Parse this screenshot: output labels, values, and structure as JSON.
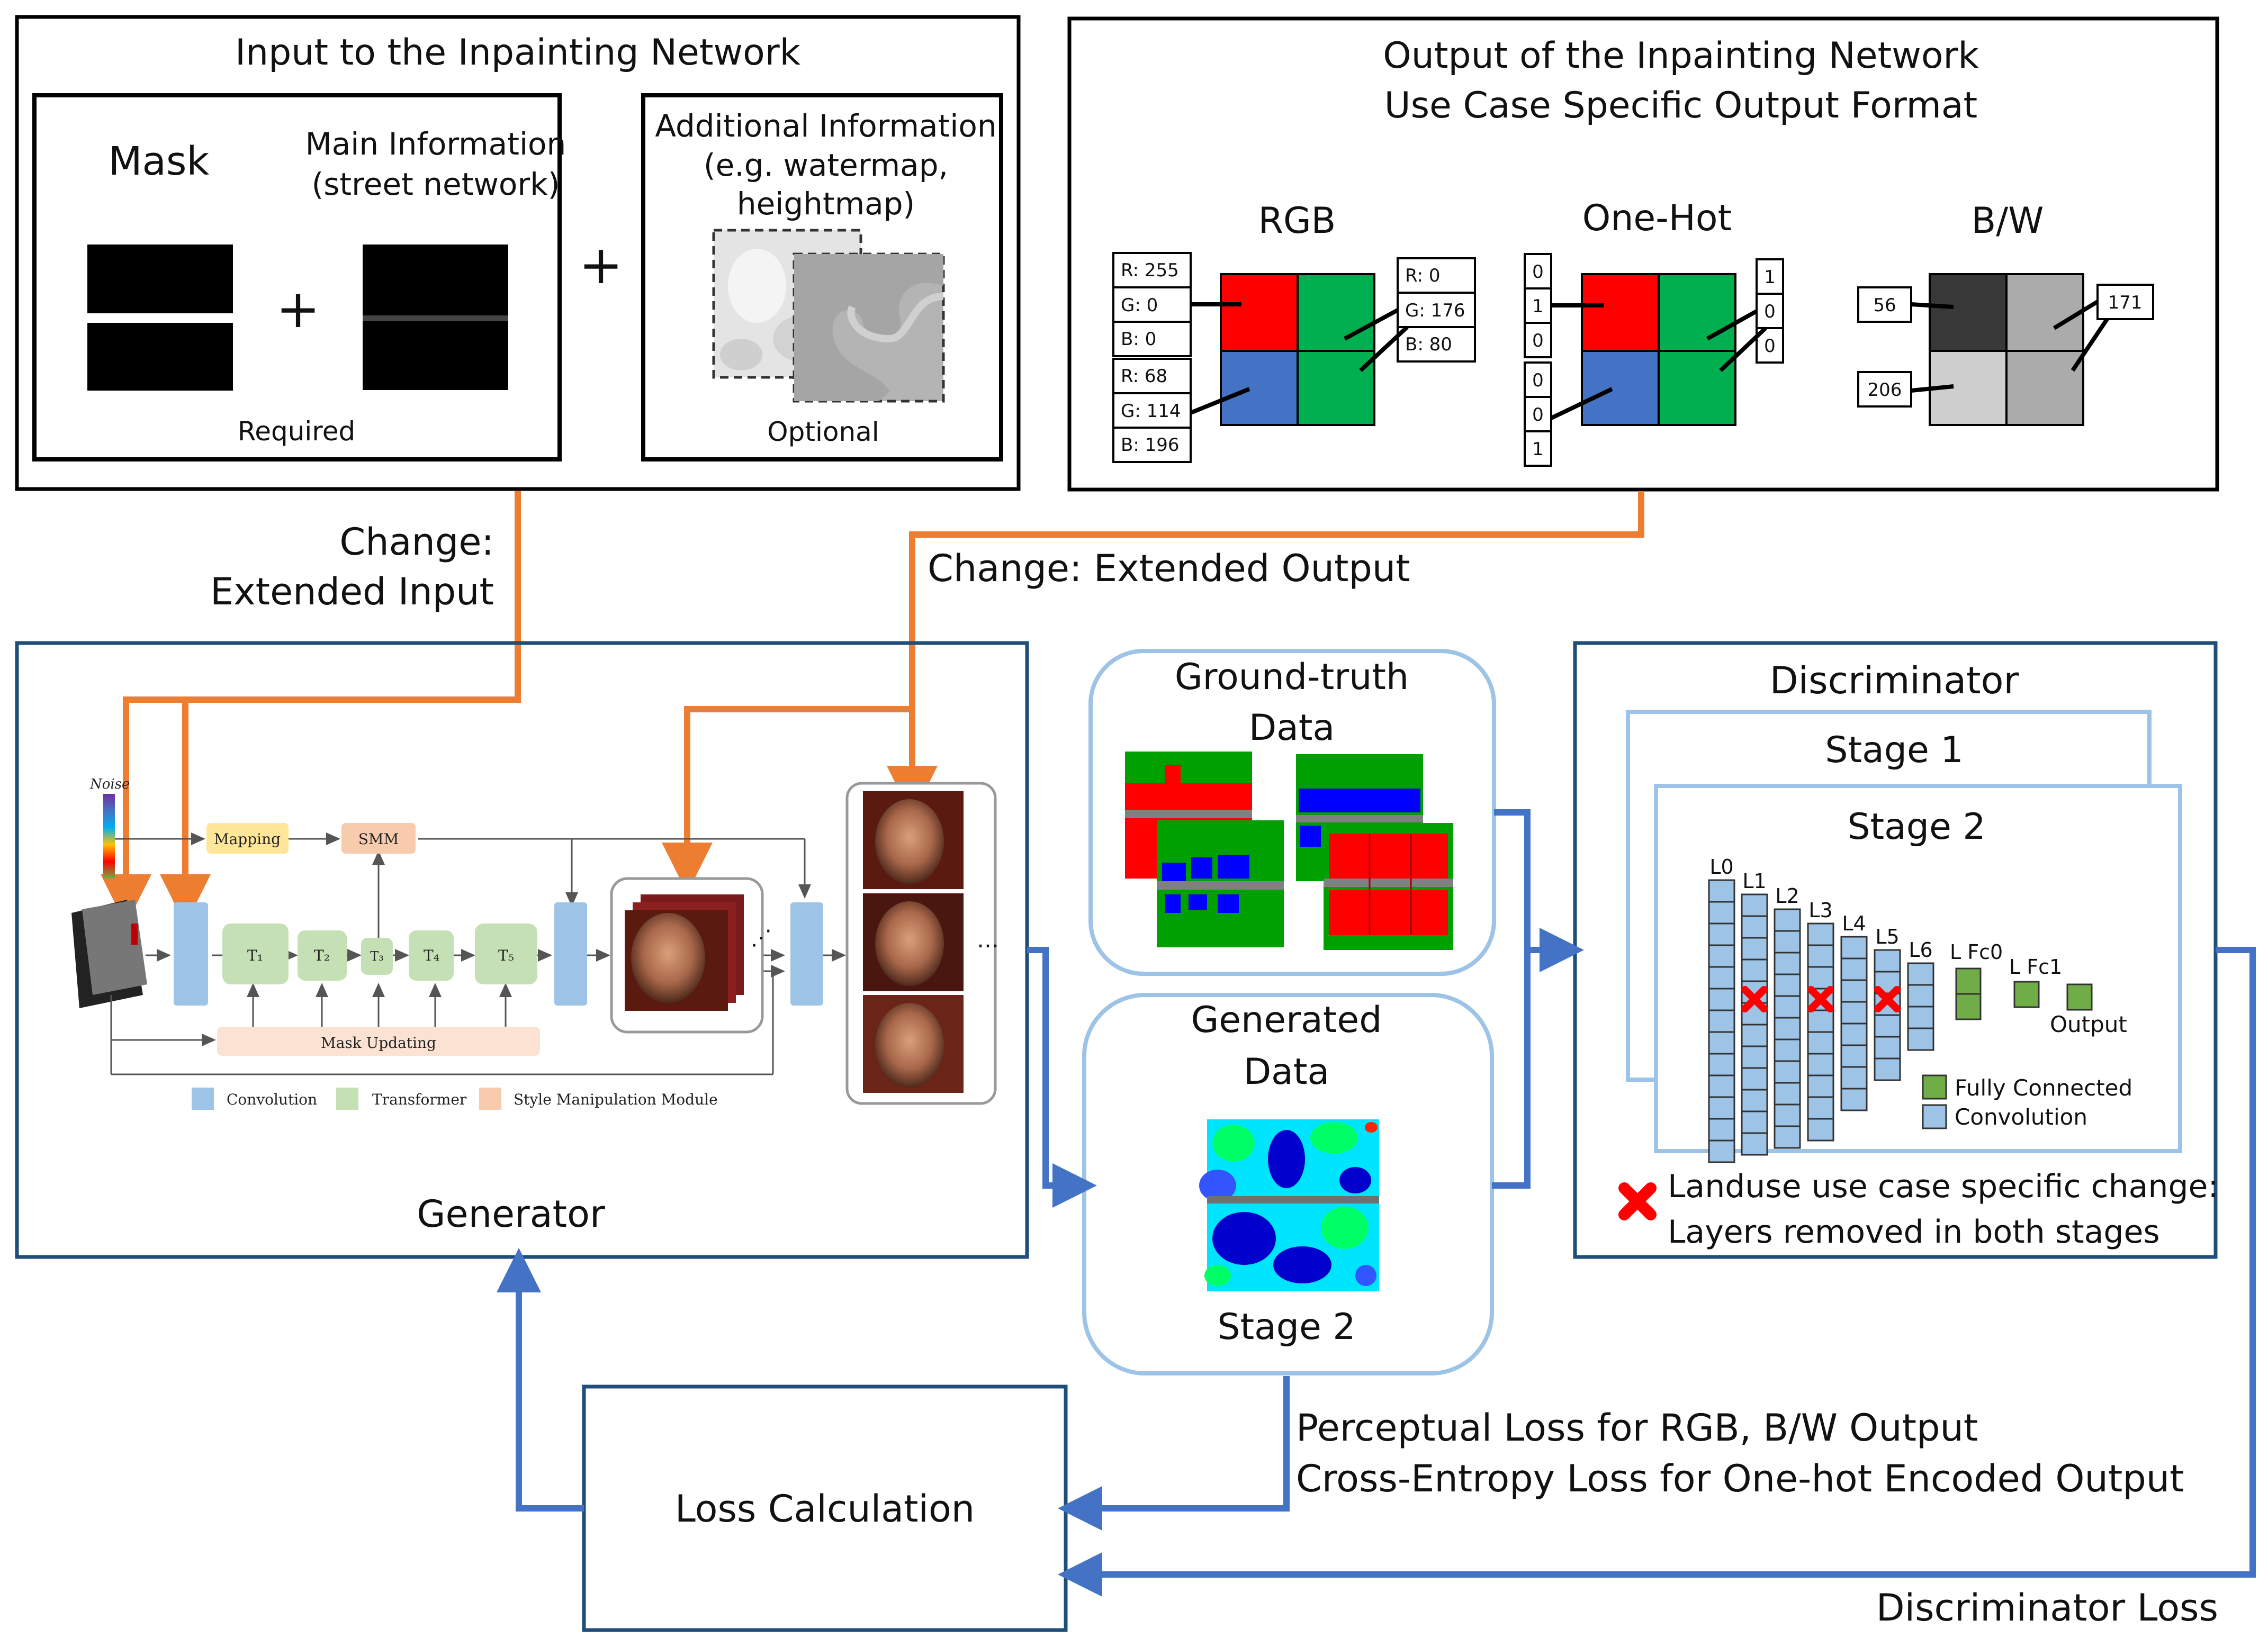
{
  "input_panel": {
    "title": "Input to the Inpainting Network",
    "mask_label": "Mask",
    "main_info_line1": "Main Information",
    "main_info_line2": "(street network)",
    "plus": "+",
    "required": "Required",
    "additional_line1": "Additional Information",
    "additional_line2": "(e.g. watermap,",
    "additional_line3": "heightmap)",
    "optional": "Optional"
  },
  "output_panel": {
    "title_line1": "Output of the Inpainting Network",
    "title_line2": "Use Case Specific Output Format",
    "rgb": {
      "label": "RGB",
      "red_values": [
        "R: 255",
        "G: 0",
        "B: 0"
      ],
      "blue_values": [
        "R: 68",
        "G: 114",
        "B: 196"
      ],
      "green_values": [
        "R: 0",
        "G: 176",
        "B: 80"
      ]
    },
    "onehot": {
      "label": "One-Hot",
      "red_vector": [
        "0",
        "1",
        "0"
      ],
      "blue_vector": [
        "0",
        "0",
        "1"
      ],
      "green_vector": [
        "1",
        "0",
        "0"
      ]
    },
    "bw": {
      "label": "B/W",
      "dark_value": "56",
      "light_value": "206",
      "mid_value": "171"
    }
  },
  "changes": {
    "input_line1": "Change:",
    "input_line2": "Extended Input",
    "output": "Change: Extended Output"
  },
  "generator": {
    "title": "Generator",
    "noise": "Noise",
    "mapping": "Mapping",
    "smm": "SMM",
    "blocks": [
      "T₁",
      "T₂",
      "T₃",
      "T₄",
      "T₅"
    ],
    "mask_updating": "Mask Updating",
    "legend": [
      "Convolution",
      "Transformer",
      "Style Manipulation Module"
    ],
    "ellipsis": "…",
    "dots": "⋰"
  },
  "ground_truth": {
    "line1": "Ground-truth",
    "line2": "Data"
  },
  "generated": {
    "line1": "Generated",
    "line2": "Data",
    "stage": "Stage 2"
  },
  "discriminator": {
    "title": "Discriminator",
    "stage1": "Stage 1",
    "stage2": "Stage 2",
    "layers": [
      "L0",
      "L1",
      "L2",
      "L3",
      "L4",
      "L5",
      "L6"
    ],
    "fc0": "L Fc0",
    "fc1": "L Fc1",
    "output": "Output",
    "legend_fc": "Fully Connected",
    "legend_conv": "Convolution",
    "change_line1": "Landuse use case specific change:",
    "change_line2": "Layers removed in both stages"
  },
  "loss": {
    "calc": "Loss Calculation",
    "perceptual": "Perceptual Loss for RGB, B/W Output",
    "cross_entropy": "Cross-Entropy Loss for One-hot Encoded Output",
    "discriminator_loss": "Discriminator Loss"
  },
  "colors": {
    "orange": "#ED7D31",
    "blue_arrow": "#4472C4",
    "panel_blue": "#1F4E79",
    "red": "#FF0000",
    "blue": "#4472C4",
    "green": "#00B050",
    "conv": "#9DC3E6",
    "fc": "#70AD47",
    "transformer": "#C5E0B4",
    "smm": "#F8CBAD",
    "mapping": "#FFE699"
  }
}
